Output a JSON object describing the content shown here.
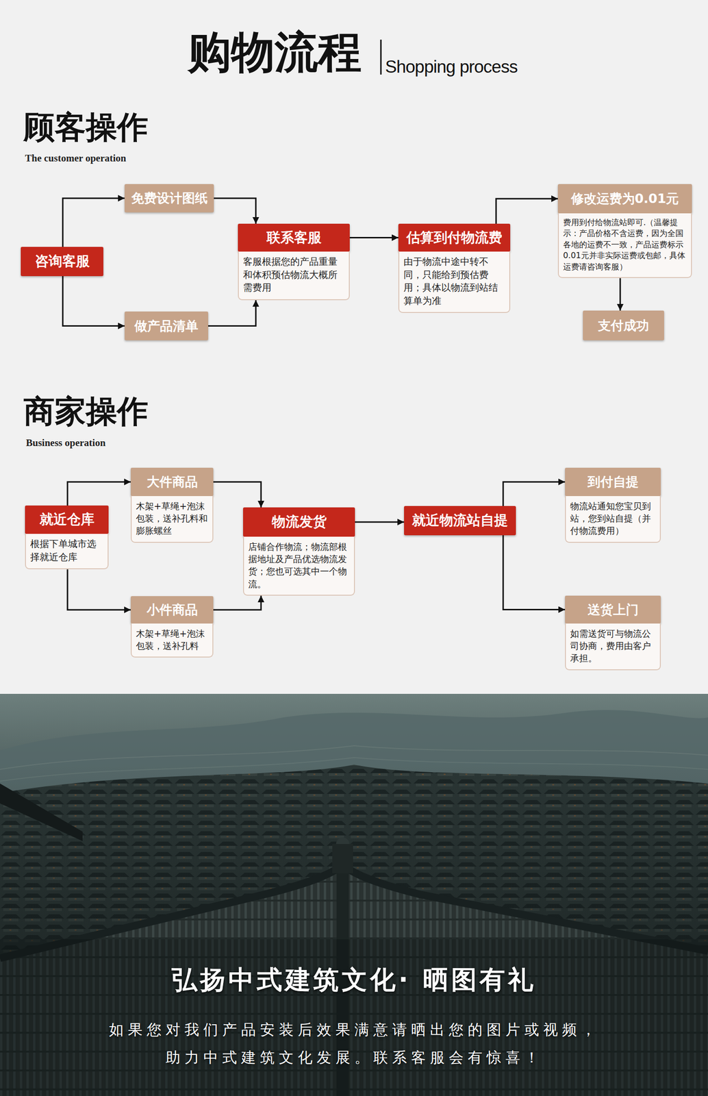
{
  "diagram": {
    "title": "购物流程",
    "nodes": [
      {
        "text": [
          "咨询客服"
        ]
      },
      {
        "text": [
          "免费设计图纸"
        ]
      },
      {
        "text": [
          "做产品清单"
        ]
      },
      {
        "text": [
          "联系客服",
          "客服根据您的产品重量和体积预估物流大概所需费用"
        ]
      },
      {
        "text": [
          "估算到付物流费",
          "由于物流中途中转不同，只能给到预估费用；具体以物流到站结算单为准"
        ]
      },
      {
        "text": [
          "修改运费为0.01元",
          "费用到付给物流站即可.（温馨提示：产品价格不含运费，因为全国各地的运费不一致，产品运费标示0.01元并非实际运费或包邮，具体运费请咨询客服）"
        ]
      },
      {
        "text": [
          "支付成功"
        ]
      },
      {
        "text": [
          "就近仓库",
          "根据下单城市选择就近仓库"
        ]
      },
      {
        "text": [
          "大件商品",
          "木架+草绳+泡沫包装，送补孔料和膨胀螺丝"
        ]
      },
      {
        "text": [
          "小件商品",
          "木架+草绳+泡沫包装，送补孔料"
        ]
      },
      {
        "text": [
          "物流发货",
          "店铺合作物流；物流部根据地址及产品优选物流发货；您也可选其中一个物流。"
        ]
      },
      {
        "text": [
          "就近物流站自提"
        ]
      },
      {
        "text": [
          "到付自提",
          "物流站通知您宝贝到站，您到站自提（并付物流费用）"
        ]
      },
      {
        "text": [
          "送货上门",
          "如需送货可与物流公司协商，费用由客户承担。"
        ]
      }
    ],
    "edges": [
      {
        "from": 0,
        "to": 1,
        "arrow": "to"
      },
      {
        "from": 0,
        "to": 2,
        "arrow": "to"
      },
      {
        "from": 1,
        "to": 3,
        "arrow": "to"
      },
      {
        "from": 2,
        "to": 3,
        "arrow": "to"
      },
      {
        "from": 3,
        "to": 4,
        "arrow": "to"
      },
      {
        "from": 4,
        "to": 5,
        "arrow": "to"
      },
      {
        "from": 5,
        "to": 6,
        "arrow": "to"
      },
      {
        "from": 7,
        "to": 8,
        "arrow": "to"
      },
      {
        "from": 7,
        "to": 9,
        "arrow": "to"
      },
      {
        "from": 8,
        "to": 10,
        "arrow": "to"
      },
      {
        "from": 9,
        "to": 10,
        "arrow": "to"
      },
      {
        "from": 10,
        "to": 11,
        "arrow": "to"
      },
      {
        "from": 11,
        "to": 12,
        "arrow": "to"
      },
      {
        "from": 11,
        "to": 13,
        "arrow": "to"
      }
    ],
    "labels": [
      "Shopping process",
      "顾客操作",
      "The customer operation",
      "商家操作",
      "Business operation",
      "弘扬中式建筑文化· 晒图有礼",
      "如果您对我们产品安装后效果满意请晒出您的图片或视频， 助力中式建筑文化发展。联系客服会有惊喜！"
    ]
  }
}
